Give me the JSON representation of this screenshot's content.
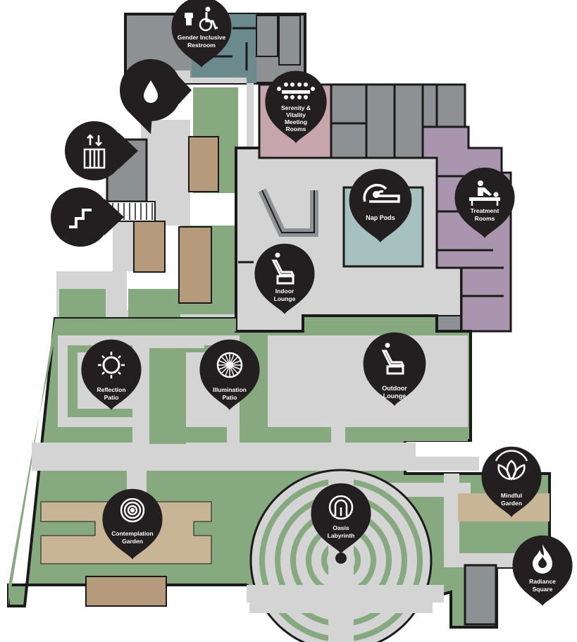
{
  "palette": {
    "outline": "#1a1a1a",
    "path": "#d4d4d4",
    "garden": "#87a980",
    "sand": "#c8b596",
    "bench": "#b59a7b",
    "building": "#8e9193",
    "pink": "#c7a5ad",
    "purple": "#a995ad",
    "blue": "#a6c1c0",
    "teal": "#6a8a8e",
    "pin": "#231f20",
    "pin_text": "#ffffff"
  },
  "pins": [
    {
      "id": "gender-inclusive-restroom",
      "icon": "restroom-accessible-icon",
      "lines": [
        "Gender Inclusive",
        "Restroom"
      ]
    },
    {
      "id": "water-station",
      "icon": "water-drop-icon",
      "lines": []
    },
    {
      "id": "elevator",
      "icon": "elevator-icon",
      "lines": []
    },
    {
      "id": "stairs",
      "icon": "stairs-icon",
      "lines": []
    },
    {
      "id": "meeting-rooms",
      "icon": "meeting-table-icon",
      "lines": [
        "Serenity &",
        "Vitality",
        "Meeting",
        "Rooms"
      ]
    },
    {
      "id": "nap-pods",
      "icon": "nap-pod-icon",
      "lines": [
        "Nap Pods"
      ]
    },
    {
      "id": "treatment-rooms",
      "icon": "massage-icon",
      "lines": [
        "Treatment",
        "Rooms"
      ]
    },
    {
      "id": "indoor-lounge",
      "icon": "lounge-chair-icon",
      "lines": [
        "Indoor",
        "Lounge"
      ]
    },
    {
      "id": "reflection-patio",
      "icon": "sun-icon",
      "lines": [
        "Reflection",
        "Patio"
      ]
    },
    {
      "id": "illumination-patio",
      "icon": "radiant-sun-icon",
      "lines": [
        "Illumination",
        "Patio"
      ]
    },
    {
      "id": "outdoor-lounge",
      "icon": "lounge-chair-icon",
      "lines": [
        "Outdoor",
        "Lounge"
      ]
    },
    {
      "id": "mindful-garden",
      "icon": "lotus-icon",
      "lines": [
        "Mindful",
        "Garden"
      ]
    },
    {
      "id": "contemplation-garden",
      "icon": "concentric-circles-icon",
      "lines": [
        "Contemplation",
        "Garden"
      ]
    },
    {
      "id": "oasis-labyrinth",
      "icon": "labyrinth-icon",
      "lines": [
        "Oasis",
        "Labyrinth"
      ]
    },
    {
      "id": "radiance-square",
      "icon": "flame-icon",
      "lines": [
        "Radiance",
        "Square"
      ]
    }
  ]
}
